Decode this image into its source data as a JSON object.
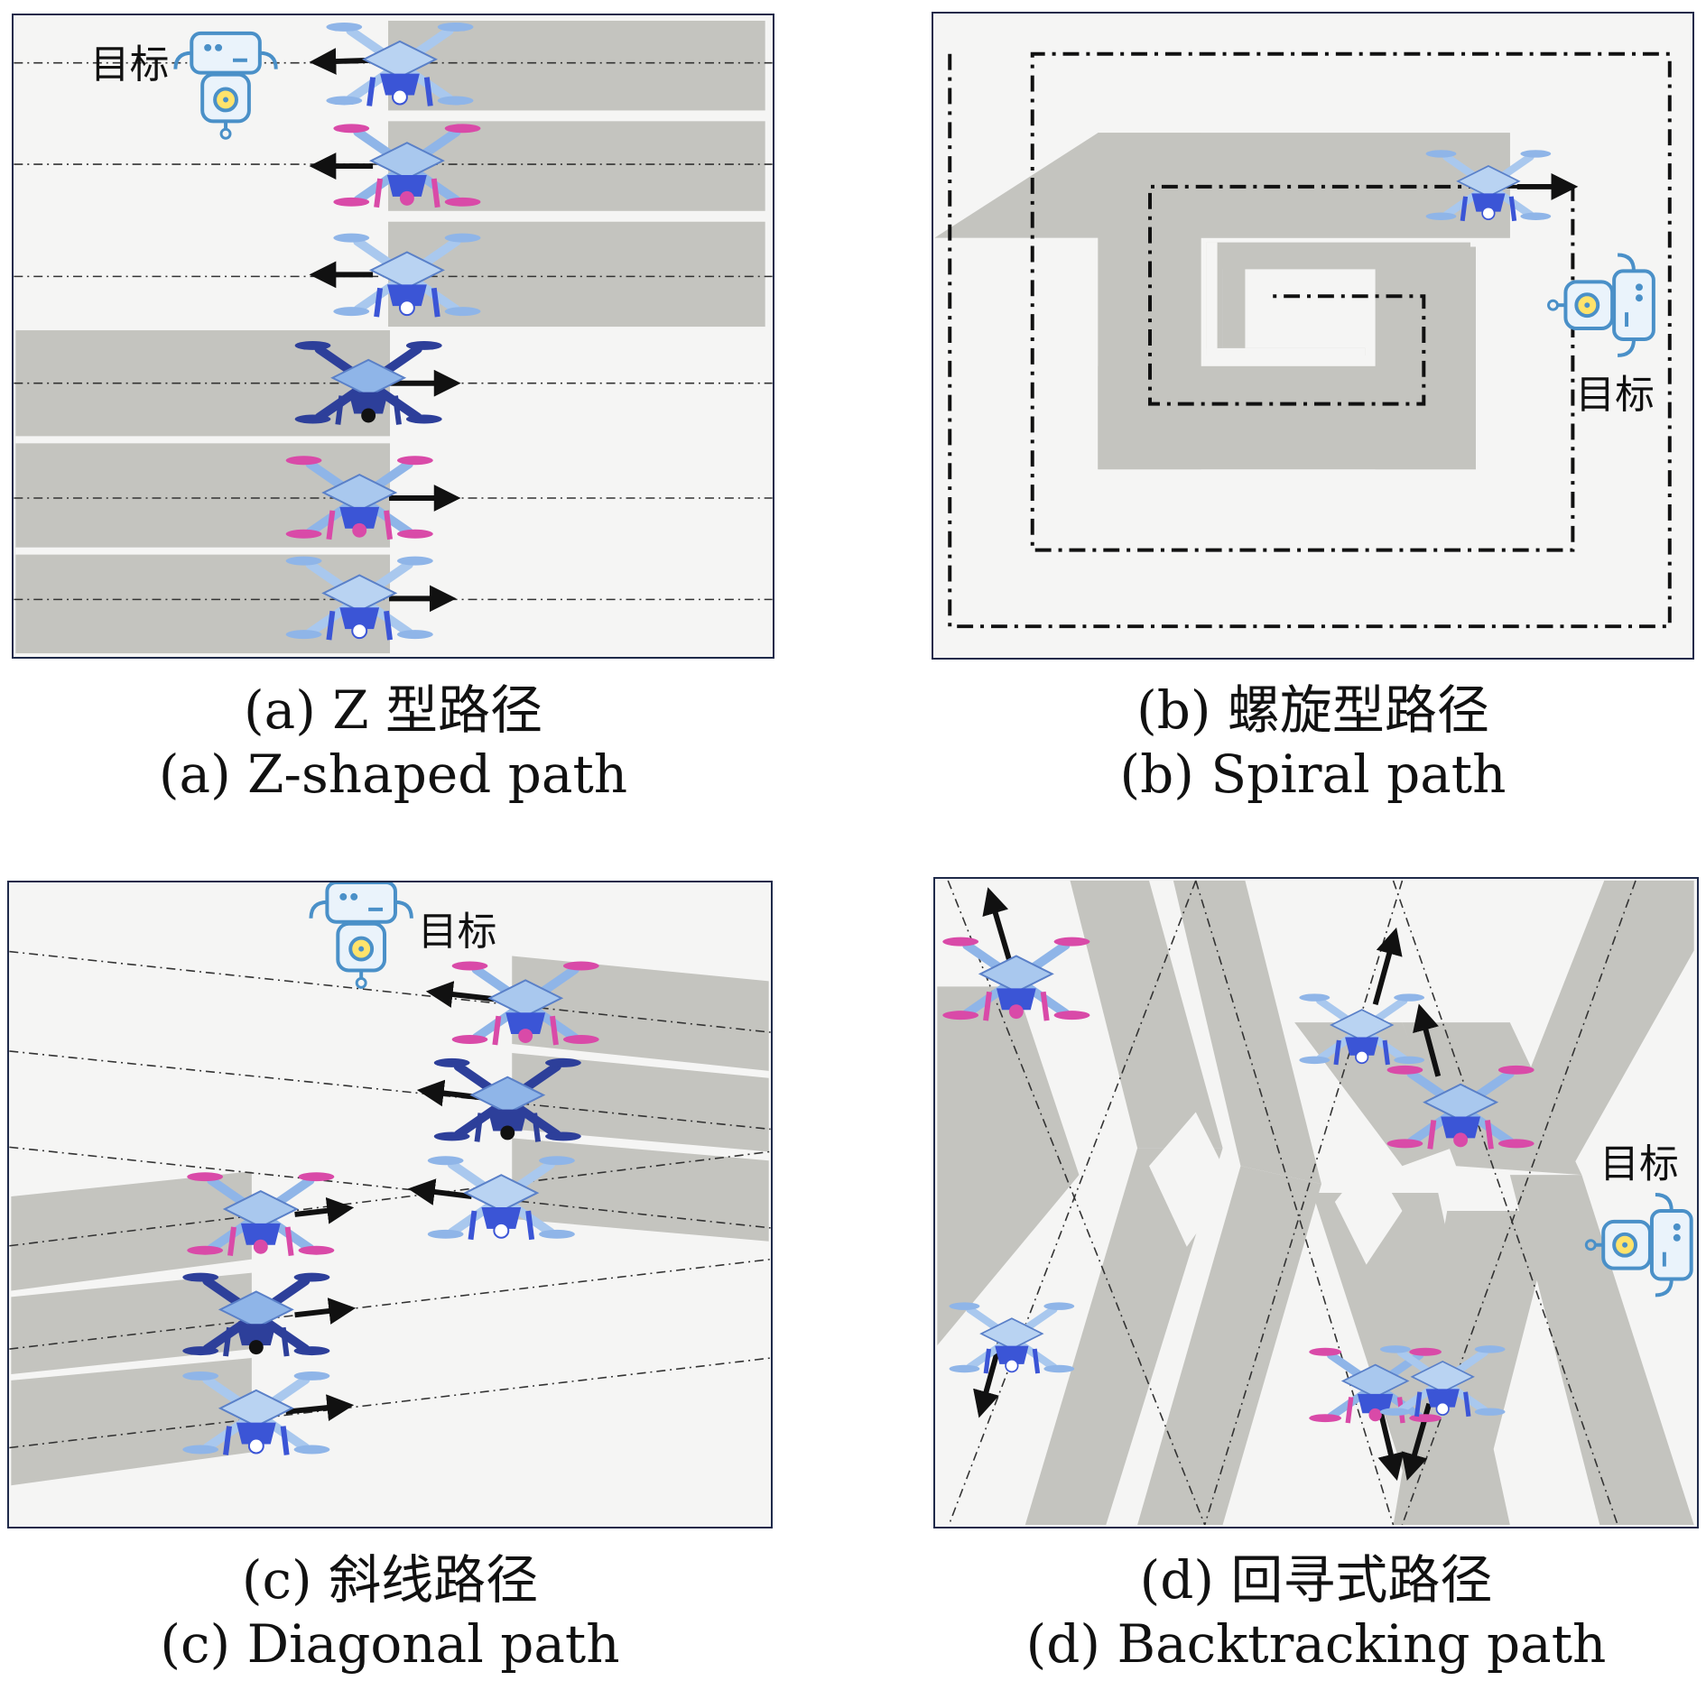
{
  "target_label": "目标",
  "panels": [
    {
      "id": "a",
      "caption_zh": "(a) Z 型路径",
      "caption_en": "(a) Z-shaped path"
    },
    {
      "id": "b",
      "caption_zh": "(b) 螺旋型路径",
      "caption_en": "(b) Spiral path"
    },
    {
      "id": "c",
      "caption_zh": "(c) 斜线路径",
      "caption_en": "(c) Diagonal path"
    },
    {
      "id": "d",
      "caption_zh": "(d) 回寻式路径",
      "caption_en": "(d) Backtracking path"
    }
  ],
  "colors": {
    "background": "#f5f5f4",
    "covered_area": "#c4c4bf",
    "border": "#1f2a4a",
    "path_line": "#222222",
    "drone_body": "#8fb5e8",
    "drone_dark": "#2d3f9a",
    "drone_magenta": "#d94aa8",
    "drone_blue": "#3b55d6",
    "robot": "#4a90c8"
  }
}
